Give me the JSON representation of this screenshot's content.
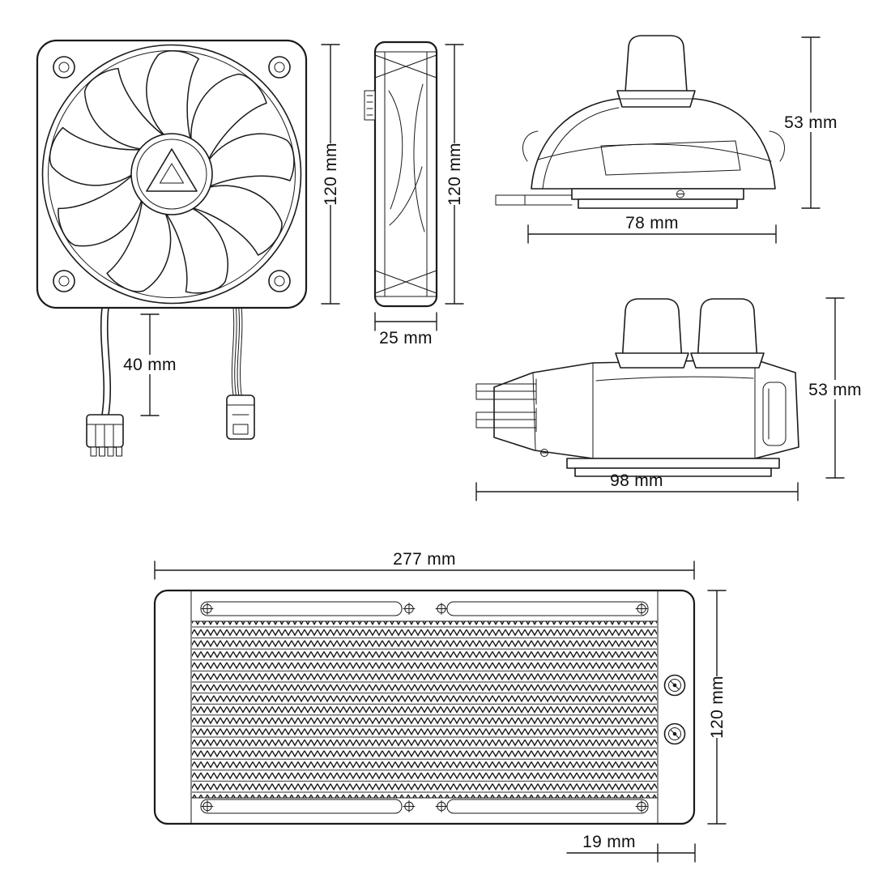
{
  "meta": {
    "background": "#ffffff",
    "line_color": "#1a1a1a",
    "text_color": "#111111"
  },
  "views": {
    "fan_front": {
      "height_dim": "120 mm",
      "cable_dim": "40 mm"
    },
    "fan_side": {
      "depth_dim": "25 mm",
      "height_dim": "120 mm"
    },
    "pump_front": {
      "height_dim": "53 mm",
      "width_dim": "78 mm"
    },
    "pump_side": {
      "height_dim": "53 mm",
      "width_dim": "98 mm"
    },
    "radiator": {
      "length_dim": "277 mm",
      "height_dim": "120 mm",
      "port_inset_dim": "19 mm"
    }
  }
}
